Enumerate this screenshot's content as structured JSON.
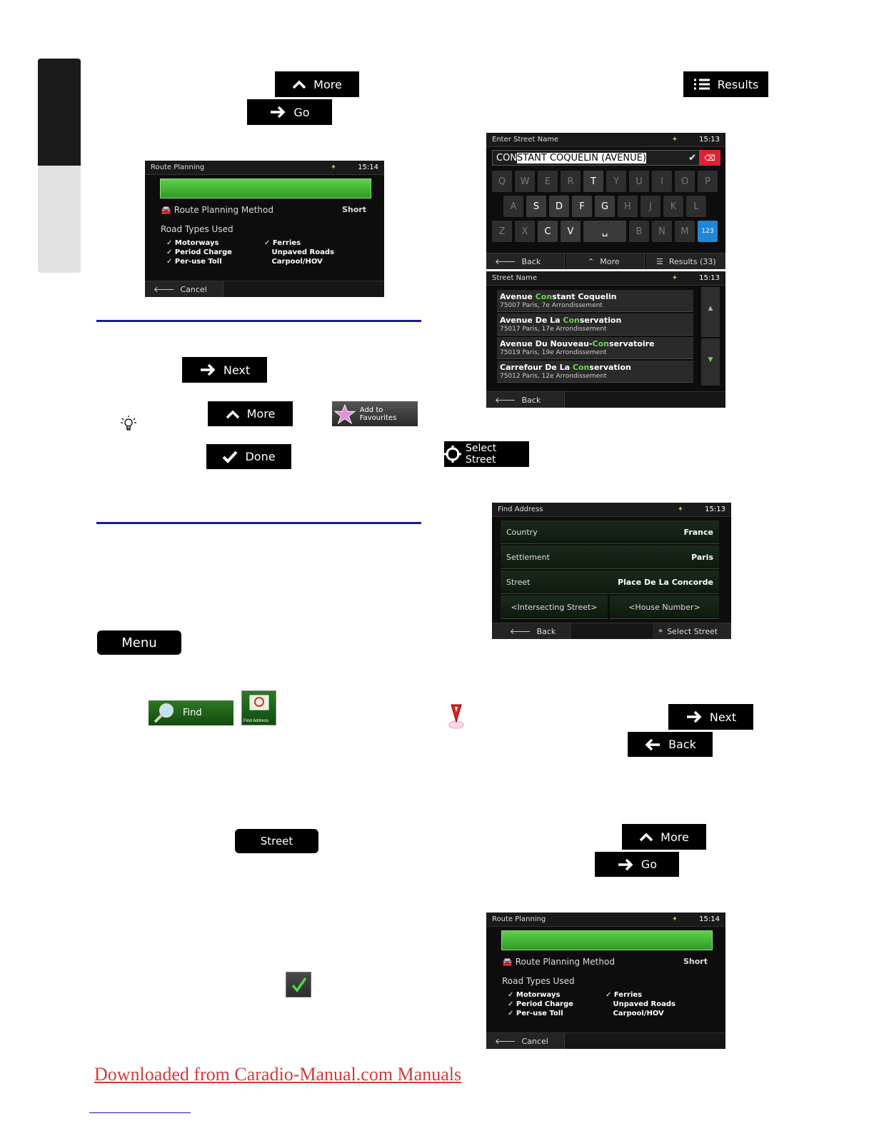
{
  "buttons": {
    "more": "More",
    "go": "Go",
    "results": "Results",
    "next": "Next",
    "add_to_favourites": "Add to Favourites",
    "done": "Done",
    "select_street": "Select Street",
    "menu": "Menu",
    "find": "Find",
    "find_address": "Find Address",
    "back": "Back",
    "street": "Street"
  },
  "route_planning": {
    "title": "Route Planning",
    "time": "15:14",
    "method_label": "Route Planning Method",
    "method_value": "Short",
    "road_types_label": "Road Types Used",
    "left_types": [
      "Motorways",
      "Period Charge",
      "Per-use Toll"
    ],
    "right_types": [
      "Ferries",
      "Unpaved Roads",
      "Carpool/HOV"
    ],
    "cancel": "Cancel"
  },
  "keyboard_screen": {
    "title": "Enter Street Name",
    "time": "15:13",
    "input_typed": "CON",
    "input_suggest": "STANT COQUELIN (AVENUE)",
    "row1": [
      "Q",
      "W",
      "E",
      "R",
      "T",
      "Y",
      "U",
      "I",
      "O",
      "P"
    ],
    "row2": [
      "A",
      "S",
      "D",
      "F",
      "G",
      "H",
      "J",
      "K",
      "L"
    ],
    "row3": [
      "Z",
      "X",
      "C",
      "V",
      "␣",
      "B",
      "N",
      "M",
      "123"
    ],
    "active_keys": [
      "T",
      "S",
      "D",
      "F",
      "G",
      "C",
      "V",
      "␣",
      "123"
    ],
    "back": "Back",
    "more": "More",
    "results": "Results (33)"
  },
  "street_list": {
    "title": "Street Name",
    "time": "15:13",
    "items": [
      {
        "pre": "Avenue ",
        "match": "Con",
        "post": "stant Coquelin",
        "sub": "75007 Paris, 7e Arrondissement"
      },
      {
        "pre": "Avenue De La ",
        "match": "Con",
        "post": "servation",
        "sub": "75017 Paris, 17e Arrondissement"
      },
      {
        "pre": "Avenue Du Nouveau-",
        "match": "Con",
        "post": "servatoire",
        "sub": "75019 Paris, 19e Arrondissement"
      },
      {
        "pre": "Carrefour De La ",
        "match": "Con",
        "post": "servation",
        "sub": "75012 Paris, 12e Arrondissement"
      }
    ],
    "back": "Back"
  },
  "find_address_screen": {
    "title": "Find Address",
    "time": "15:13",
    "country_label": "Country",
    "country_value": "France",
    "settlement_label": "Settlement",
    "settlement_value": "Paris",
    "street_label": "Street",
    "street_value": "Place De La Concorde",
    "intersecting": "<Intersecting Street>",
    "house_number": "<House Number>",
    "back": "Back",
    "select_street": "Select Street"
  },
  "route_planning_2": {
    "title": "Route Planning",
    "time": "15:14",
    "method_label": "Route Planning Method",
    "method_value": "Short",
    "road_types_label": "Road Types Used",
    "left_types": [
      "Motorways",
      "Period Charge",
      "Per-use Toll"
    ],
    "right_types": [
      "Ferries",
      "Unpaved Roads",
      "Carpool/HOV"
    ],
    "cancel": "Cancel"
  },
  "footer": {
    "link_text": "Downloaded from Caradio-Manual.com Manuals"
  },
  "colors": {
    "rule": "#1a1a9e",
    "link": "#d33b3b",
    "highlight_green": "#6cd84a",
    "key_blue": "#1e88d8"
  }
}
